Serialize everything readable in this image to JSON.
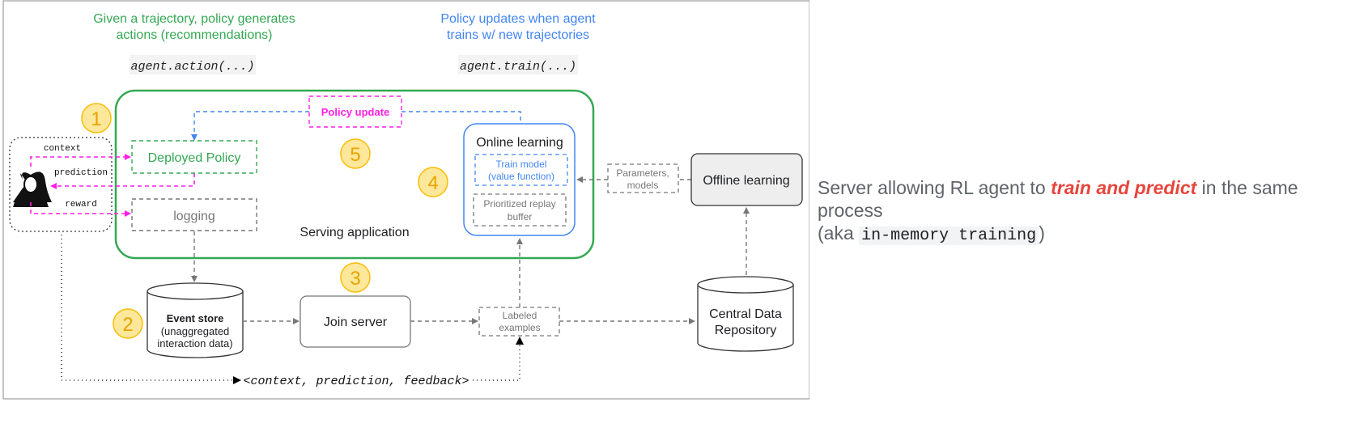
{
  "colors": {
    "green": "#34a853",
    "blue": "#4285f4",
    "magenta": "#ff1ee6",
    "yellow_fill": "#fde79a",
    "yellow_stroke": "#fbbc04",
    "gray": "#777777",
    "red": "#e8453c"
  },
  "header": {
    "left_line1": "Given a trajectory, policy generates",
    "left_line2": "actions (recommendations)",
    "left_code": "agent.action(...)",
    "right_line1": "Policy updates when agent",
    "right_line2": "trains w/ new trajectories",
    "right_code": "agent.train(...)"
  },
  "user": {
    "icon": "person-icon",
    "context": "context",
    "prediction": "prediction",
    "reward": "reward"
  },
  "serving": {
    "label": "Serving application",
    "deployed_policy": "Deployed Policy",
    "logging": "logging",
    "policy_update": "Policy update"
  },
  "online": {
    "title": "Online learning",
    "train_line1": "Train model",
    "train_line2": "(value function)",
    "replay_line1": "Prioritized replay",
    "replay_line2": "buffer"
  },
  "params": {
    "line1": "Parameters,",
    "line2": "models"
  },
  "offline": {
    "label": "Offline learning"
  },
  "event_store": {
    "line1": "Event store",
    "line2": "(unaggregated",
    "line3": "interaction data)"
  },
  "join_server": {
    "label": "Join server"
  },
  "labeled": {
    "line1": "Labeled",
    "line2": "examples"
  },
  "central": {
    "line1": "Central Data",
    "line2": "Repository"
  },
  "feedback": {
    "label": "<context, prediction, feedback>"
  },
  "steps": [
    "1",
    "2",
    "3",
    "4",
    "5"
  ],
  "caption": {
    "before": "Server allowing RL agent to ",
    "highlight": "train and predict",
    "after": " in the same process",
    "line2_before": "(aka ",
    "code": "in-memory training",
    "line2_after": ")"
  }
}
